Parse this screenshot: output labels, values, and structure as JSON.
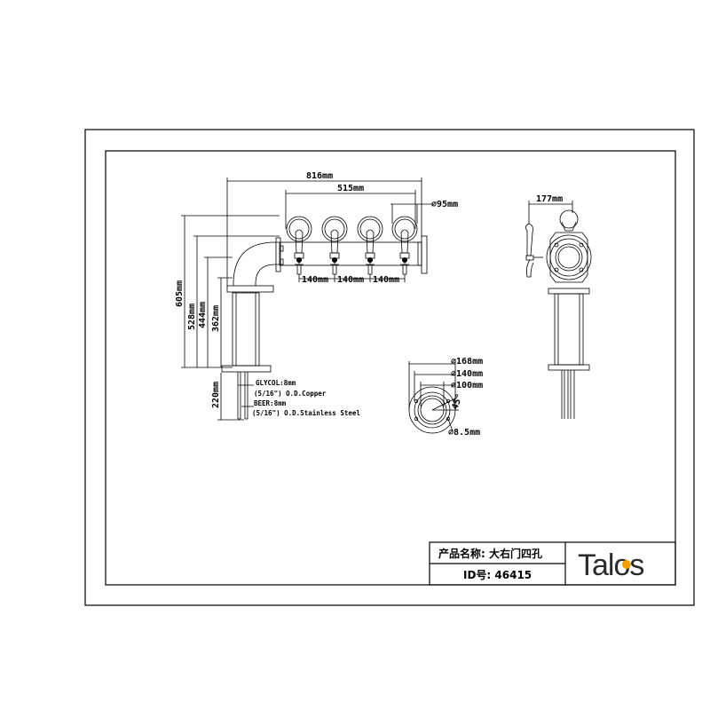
{
  "dimensions": {
    "overall_width": "816mm",
    "tap_span": "515mm",
    "medallion_dia": "⌀95mm",
    "tap_spacing_1": "140mm",
    "tap_spacing_2": "140mm",
    "tap_spacing_3": "140mm",
    "height_605": "605mm",
    "height_528": "528mm",
    "height_444": "444mm",
    "height_362": "362mm",
    "shank_220": "220mm",
    "side_depth": "177mm",
    "flange_outer": "⌀168mm",
    "flange_pcd": "⌀140mm",
    "flange_inner": "⌀100mm",
    "bolt_angle": "45°",
    "bolt_hole": "⌀8.5mm"
  },
  "notes": {
    "glycol": "GLYCOL:8mm",
    "glycol_spec": "(5/16\") O.D.Copper",
    "beer": "BEER:8mm",
    "beer_spec": "(5/16\") O.D.Stainless Steel"
  },
  "title_block": {
    "product_name": "产品名称: 大右门四孔",
    "product_id": "ID号: 46415",
    "logo": "Talos"
  }
}
